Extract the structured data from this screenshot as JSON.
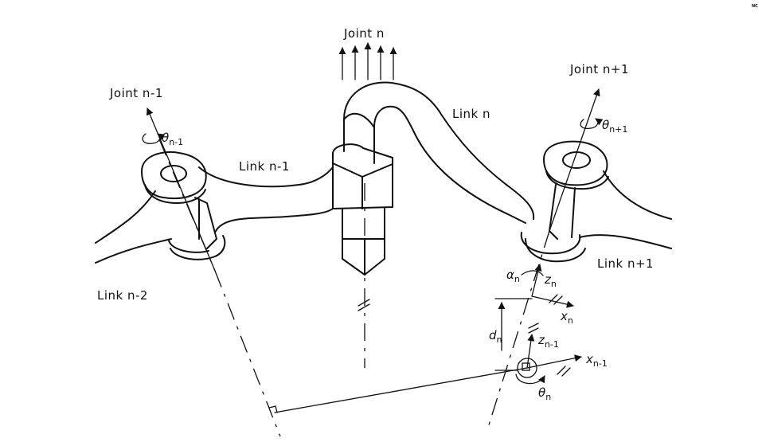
{
  "corner_mark": "NC",
  "labels": {
    "joint_n": "Joint n",
    "joint_n_minus_1": "Joint n-1",
    "joint_n_plus_1": "Joint n+1",
    "link_n": "Link n",
    "link_n_minus_1": "Link n-1",
    "link_n_plus_1": "Link n+1",
    "link_n_minus_2": "Link n-2"
  },
  "symbols": {
    "theta_n_minus_1": {
      "base": "θ",
      "sub": "n-1"
    },
    "theta_n_plus_1": {
      "base": "θ",
      "sub": "n+1"
    },
    "theta_n": {
      "base": "θ",
      "sub": "n"
    },
    "alpha_n": {
      "base": "α",
      "sub": "n"
    },
    "z_n": {
      "base": "z",
      "sub": "n"
    },
    "x_n": {
      "base": "x",
      "sub": "n"
    },
    "d_n": {
      "base": "d",
      "sub": "n"
    },
    "z_n_minus_1": {
      "base": "z",
      "sub": "n-1"
    },
    "x_n_minus_1": {
      "base": "x",
      "sub": "n-1"
    }
  }
}
